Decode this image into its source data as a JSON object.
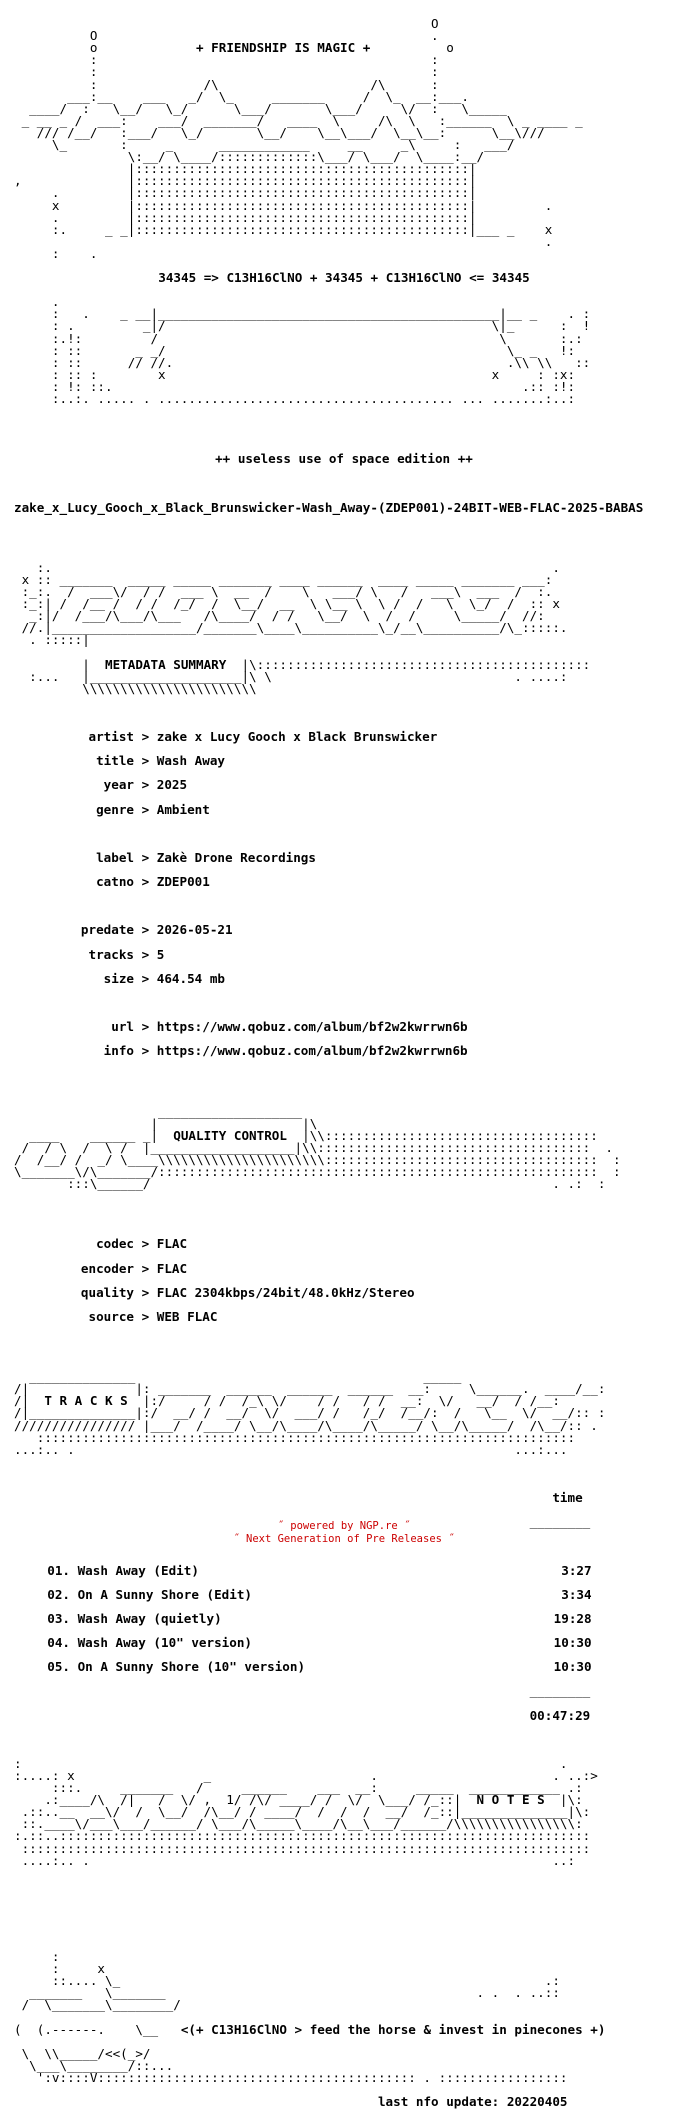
{
  "header": {
    "tagline": "+ FRIENDSHIP IS MAGIC +",
    "formula": "34345 => C13H16ClNO + 34345 + C13H16ClNO <= 34345",
    "edition": "++ useless use of space edition ++",
    "release": "zake_x_Lucy_Gooch_x_Black_Brunswicker-Wash_Away-(ZDEP001)-24BIT-WEB-FLAC-2025-BABAS"
  },
  "sections": {
    "metadata": "METADATA SUMMARY",
    "quality": "QUALITY CONTROL",
    "tracks": "T R A C K S",
    "notes": "N O T E S"
  },
  "metadata": {
    "artist": {
      "key": "artist",
      "value": "zake x Lucy Gooch x Black Brunswicker"
    },
    "title": {
      "key": "title",
      "value": "Wash Away"
    },
    "year": {
      "key": "year",
      "value": "2025"
    },
    "genre": {
      "key": "genre",
      "value": "Ambient"
    },
    "label": {
      "key": "label",
      "value": "Zakè Drone Recordings"
    },
    "catno": {
      "key": "catno",
      "value": "ZDEP001"
    },
    "predate": {
      "key": "predate",
      "value": "2026-05-21"
    },
    "tracks": {
      "key": "tracks",
      "value": "5"
    },
    "size": {
      "key": "size",
      "value": "464.54 mb"
    },
    "url": {
      "key": "url",
      "value": "https://www.qobuz.com/album/bf2w2kwrrwn6b"
    },
    "info": {
      "key": "info",
      "value": "https://www.qobuz.com/album/bf2w2kwrrwn6b"
    }
  },
  "quality": {
    "codec": {
      "key": "codec",
      "value": "FLAC"
    },
    "encoder": {
      "key": "encoder",
      "value": "FLAC"
    },
    "quality": {
      "key": "quality",
      "value": "FLAC 2304kbps/24bit/48.0kHz/Stereo"
    },
    "source": {
      "key": "source",
      "value": "WEB FLAC"
    }
  },
  "tracklist": {
    "time_header": "time",
    "items": [
      {
        "no": "01.",
        "title": "Wash Away (Edit)",
        "time": "3:27"
      },
      {
        "no": "02.",
        "title": "On A Sunny Shore (Edit)",
        "time": "3:34"
      },
      {
        "no": "03.",
        "title": "Wash Away (quietly)",
        "time": "19:28"
      },
      {
        "no": "04.",
        "title": "Wash Away (10\" version)",
        "time": "10:30"
      },
      {
        "no": "05.",
        "title": "On A Sunny Shore (10\" version)",
        "time": "10:30"
      }
    ],
    "total": "00:47:29"
  },
  "notes": {
    "slogan": "<(+ C13H16ClNO > feed the horse & invest in pinecones +)",
    "update": "last nfo update: 20220405"
  },
  "footer": {
    "line1": "˝ powered by NGP.re ˝",
    "line2": "˝ Next Generation of Pre Releases ˝"
  }
}
